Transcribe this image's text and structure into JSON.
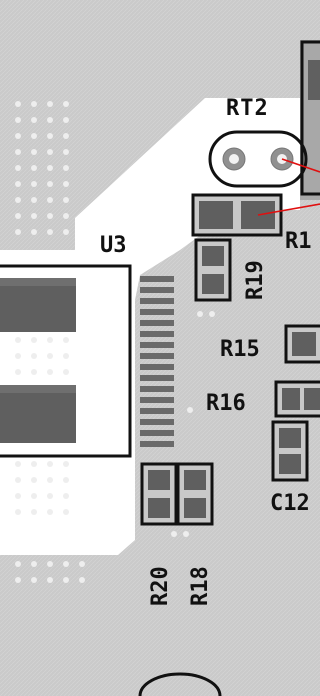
{
  "board": {
    "colors": {
      "background": "#c9c9c9",
      "copper_pour": "#d9d9d9",
      "keepout": "#ffffff",
      "silkscreen": "#111111",
      "pad": "#606060",
      "ratsnest": "#e01010"
    },
    "labels": {
      "rt2": "RT2",
      "u3": "U3",
      "r1_partial": "R1",
      "r19": "R19",
      "r15": "R15",
      "r16": "R16",
      "c12_partial": "C12",
      "r20": "R20",
      "r18": "R18"
    }
  }
}
